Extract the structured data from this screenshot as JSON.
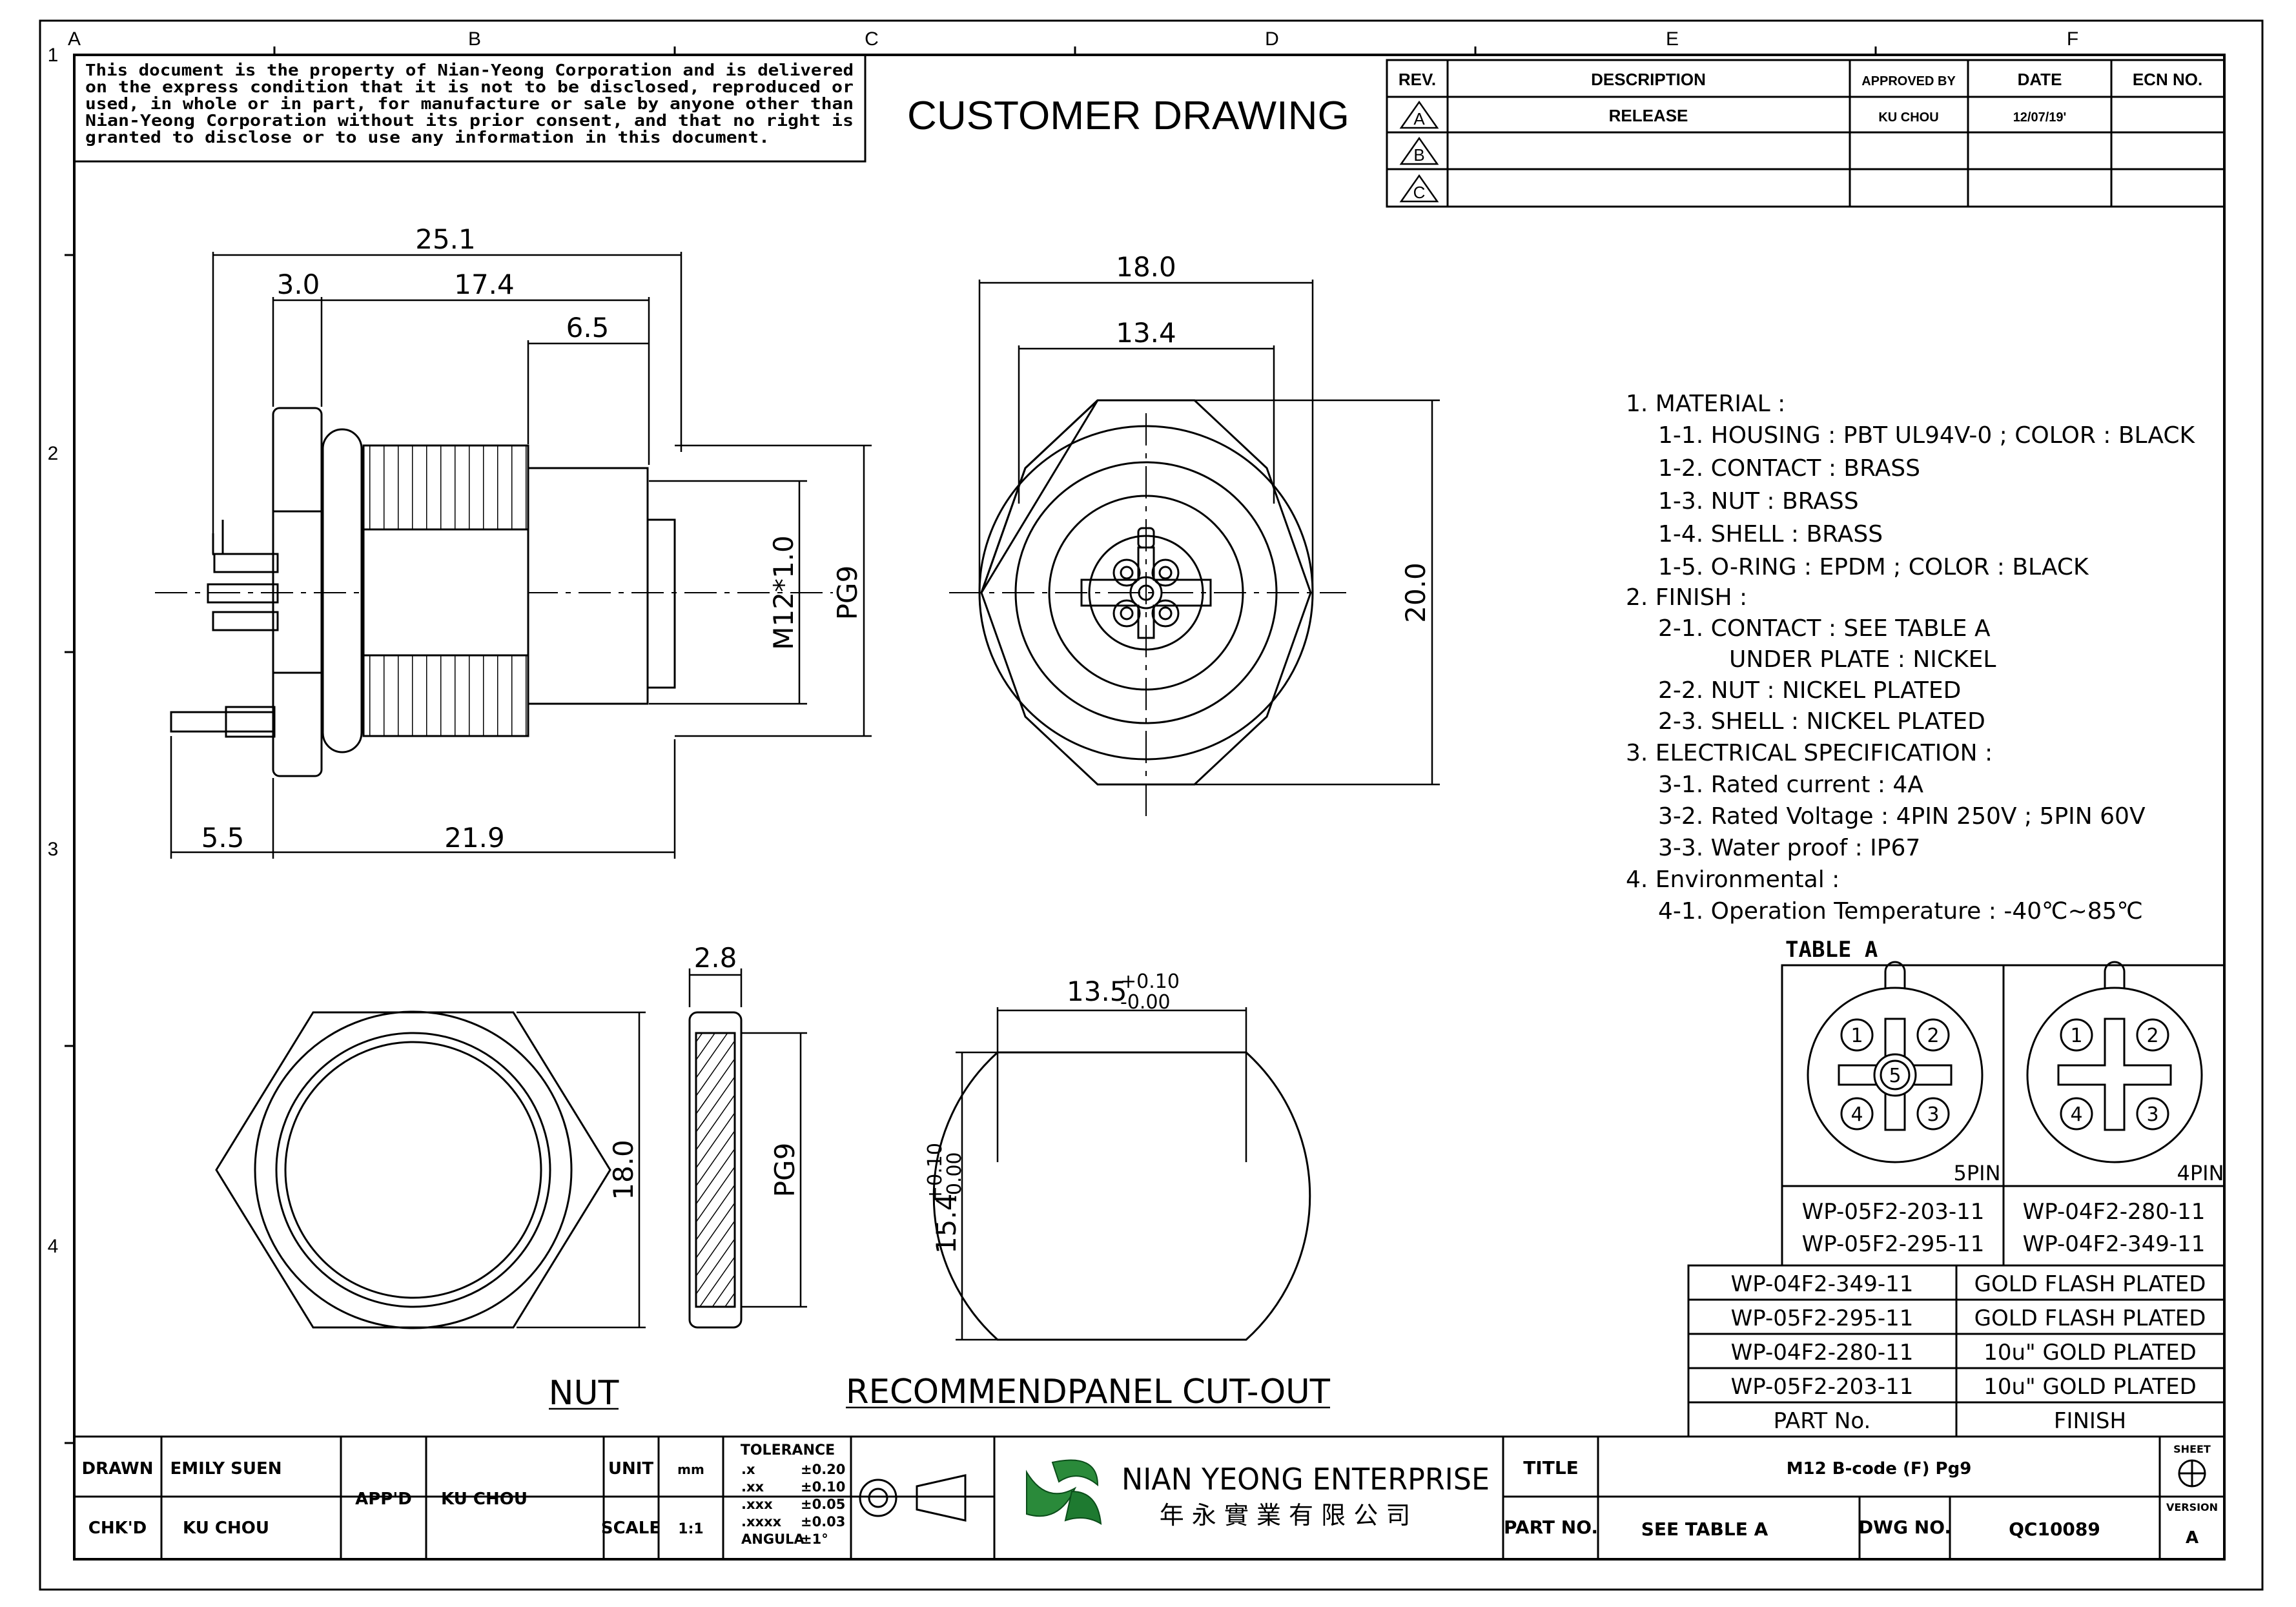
{
  "zone_letters": [
    "A",
    "B",
    "C",
    "D",
    "E",
    "F"
  ],
  "zone_numbers": [
    "1",
    "2",
    "3",
    "4"
  ],
  "notice": [
    "This document is the property of Nian-Yeong Corporation and is delivered",
    "on   the   express  condition  that  it  is  not  to  be  disclosed,  reproduced  or",
    "used,  in  whole  or  in  part,  for  manufacture  or  sale  by  anyone  other  than",
    "Nian-Yeong  Corporation  without   its  prior  consent,  and  that   no  right   is",
    "granted  to  disclose  or  to  use  any  information  in  this   document."
  ],
  "header_title": "CUSTOMER  DRAWING",
  "revision_table": {
    "headers": [
      "REV.",
      "DESCRIPTION",
      "APPROVED BY",
      "DATE",
      "ECN NO."
    ],
    "rows": [
      {
        "rev": "A",
        "description": "RELEASE",
        "approved": "KU CHOU",
        "date": "12/07/19'",
        "ecn": ""
      },
      {
        "rev": "B",
        "description": "",
        "approved": "",
        "date": "",
        "ecn": ""
      },
      {
        "rev": "C",
        "description": "",
        "approved": "",
        "date": "",
        "ecn": ""
      }
    ]
  },
  "side_view_dims": {
    "overall": "25.1",
    "flange": "3.0",
    "body": "17.4",
    "tip": "6.5",
    "thread": "M12*1.0",
    "pg": "PG9",
    "pin": "5.5",
    "length": "21.9"
  },
  "front_view_dims": {
    "outer": "18.0",
    "inner": "13.4",
    "height": "20.0"
  },
  "nut_view": {
    "thickness": "2.8",
    "height": "18.0",
    "pg": "PG9",
    "label": "NUT"
  },
  "panel_cutout": {
    "width": "13.5",
    "width_tol_plus": "+0.10",
    "width_tol_minus": "-0.00",
    "height": "15.4",
    "height_tol_plus": "+0.10",
    "height_tol_minus": "-0.00",
    "label": "RECOMMENDPANEL  CUT-OUT"
  },
  "spec_notes": [
    "1.  MATERIAL :",
    "1-1.  HOUSING : PBT UL94V-0 ; COLOR : BLACK",
    "1-2.  CONTACT : BRASS",
    "1-3.  NUT : BRASS",
    "1-4.  SHELL : BRASS",
    "1-5.  O-RING : EPDM ; COLOR : BLACK",
    "2.  FINISH :",
    "2-1.  CONTACT : SEE TABLE A",
    "UNDER PLATE : NICKEL",
    "2-2.  NUT : NICKEL PLATED",
    "2-3.  SHELL : NICKEL PLATED",
    "3.  ELECTRICAL SPECIFICATION :",
    "3-1.  Rated current : 4A",
    "3-2.  Rated Voltage : 4PIN 250V ; 5PIN 60V",
    "3-3.  Water proof : IP67",
    "4.  Environmental :",
    "4-1.  Operation Temperature : -40℃~85℃"
  ],
  "table_a": {
    "title": "TABLE A",
    "pin5_label": "5PIN",
    "pin4_label": "4PIN",
    "pin5_numbers": [
      "1",
      "2",
      "3",
      "4",
      "5"
    ],
    "pin4_numbers": [
      "1",
      "2",
      "3",
      "4"
    ],
    "pin5_parts": [
      "WP-05F2-203-11",
      "WP-05F2-295-11"
    ],
    "pin4_parts": [
      "WP-04F2-280-11",
      "WP-04F2-349-11"
    ]
  },
  "finish_table": {
    "rows": [
      {
        "part": "WP-04F2-349-11",
        "finish": "GOLD FLASH PLATED"
      },
      {
        "part": "WP-05F2-295-11",
        "finish": "GOLD FLASH PLATED"
      },
      {
        "part": "WP-04F2-280-11",
        "finish": "10u\" GOLD PLATED"
      },
      {
        "part": "WP-05F2-203-11",
        "finish": "10u\" GOLD PLATED"
      }
    ],
    "footer_part": "PART No.",
    "footer_finish": "FINISH"
  },
  "title_block": {
    "drawn_label": "DRAWN",
    "drawn_value": "EMILY SUEN",
    "chkd_label": "CHK'D",
    "chkd_value": "KU CHOU",
    "appd_label": "APP'D",
    "appd_value": "KU CHOU",
    "unit_label": "UNIT",
    "unit_value": "mm",
    "scale_label": "SCALE",
    "scale_value": "1:1",
    "tolerance_title": "TOLERANCE",
    "tolerances": [
      {
        "k": ".x",
        "v": "±0.20"
      },
      {
        "k": ".xx",
        "v": "±0.10"
      },
      {
        "k": ".xxx",
        "v": "±0.05"
      },
      {
        "k": ".xxxx",
        "v": "±0.03"
      },
      {
        "k": "ANGULA",
        "v": "±1°"
      }
    ],
    "company_en": "NIAN YEONG ENTERPRISE",
    "company_zh": "年 永 實 業 有 限 公 司",
    "title_label": "TITLE",
    "title_value": "M12  B-code  (F)  Pg9",
    "partno_label": "PART NO.",
    "partno_value": "SEE TABLE A",
    "dwgno_label": "DWG NO.",
    "dwgno_value": "QC10089",
    "sheet_label": "SHEET",
    "version_label": "VERSION",
    "version_value": "A"
  }
}
